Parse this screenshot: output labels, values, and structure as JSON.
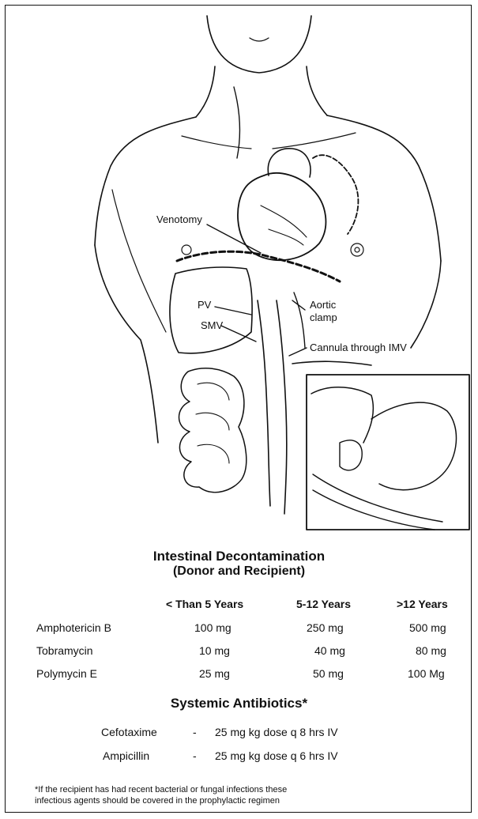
{
  "figure": {
    "labels": {
      "venotomy": "Venotomy",
      "pv": "PV",
      "smv": "SMV",
      "aortic_clamp_1": "Aortic",
      "aortic_clamp_2": "clamp",
      "cannula": "Cannula through IMV"
    }
  },
  "decontamination": {
    "title": "Intestinal Decontamination",
    "subtitle": "(Donor and Recipient)",
    "columns": [
      "< Than 5 Years",
      "5-12 Years",
      ">12 Years"
    ],
    "rows": [
      {
        "drug": "Amphotericin B",
        "values": [
          "100 mg",
          "250 mg",
          "500 mg"
        ]
      },
      {
        "drug": "Tobramycin",
        "values": [
          "10 mg",
          "40 mg",
          "80 mg"
        ]
      },
      {
        "drug": "Polymycin E",
        "values": [
          "25 mg",
          "50 mg",
          "100 Mg"
        ]
      }
    ]
  },
  "antibiotics": {
    "title": "Systemic Antibiotics*",
    "rows": [
      {
        "drug": "Cefotaxime",
        "dash": "-",
        "dose": "25 mg kg dose q 8 hrs IV"
      },
      {
        "drug": "Ampicillin",
        "dash": "-",
        "dose": "25 mg kg dose q 6 hrs IV"
      }
    ]
  },
  "footnote": {
    "line1": "*If the recipient has had recent bacterial or fungal infections these",
    "line2": "infectious agents should be covered in the prophylactic regimen"
  }
}
